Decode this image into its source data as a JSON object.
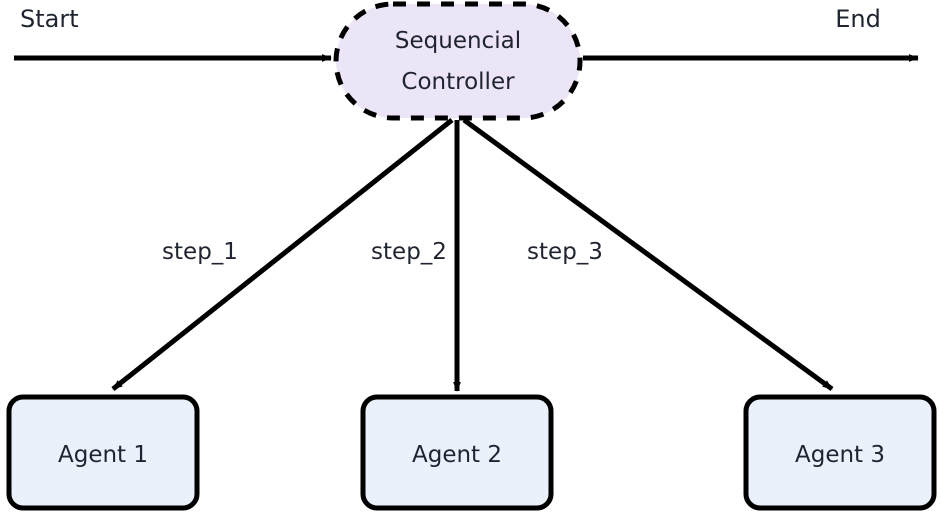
{
  "diagram": {
    "type": "flowchart",
    "background": "#ffffff",
    "terminals": [
      {
        "id": "start",
        "label": "Start"
      },
      {
        "id": "end",
        "label": "End"
      }
    ],
    "controller": {
      "id": "sequential-controller",
      "label_line_1": "Sequencial",
      "label_line_2": "Controller",
      "shape": "stadium",
      "border_style": "dashed",
      "fill": "#ece4f7",
      "stroke": "#000000",
      "text_color": "#1f2430"
    },
    "agents": [
      {
        "id": "agent-1",
        "label": "Agent 1",
        "fill": "#eaf1fb",
        "stroke": "#000000"
      },
      {
        "id": "agent-2",
        "label": "Agent 2",
        "fill": "#eaf1fb",
        "stroke": "#000000"
      },
      {
        "id": "agent-3",
        "label": "Agent 3",
        "fill": "#eaf1fb",
        "stroke": "#000000"
      }
    ],
    "edges": [
      {
        "id": "edge-start",
        "label": "",
        "from": "start",
        "to": "sequential-controller"
      },
      {
        "id": "edge-end",
        "label": "",
        "from": "sequential-controller",
        "to": "end"
      },
      {
        "id": "edge-step-1",
        "label": "step_1",
        "from": "sequential-controller",
        "to": "agent-1"
      },
      {
        "id": "edge-step-2",
        "label": "step_2",
        "from": "sequential-controller",
        "to": "agent-2"
      },
      {
        "id": "edge-step-3",
        "label": "step_3",
        "from": "sequential-controller",
        "to": "agent-3"
      }
    ],
    "edge_color": "#000000"
  }
}
